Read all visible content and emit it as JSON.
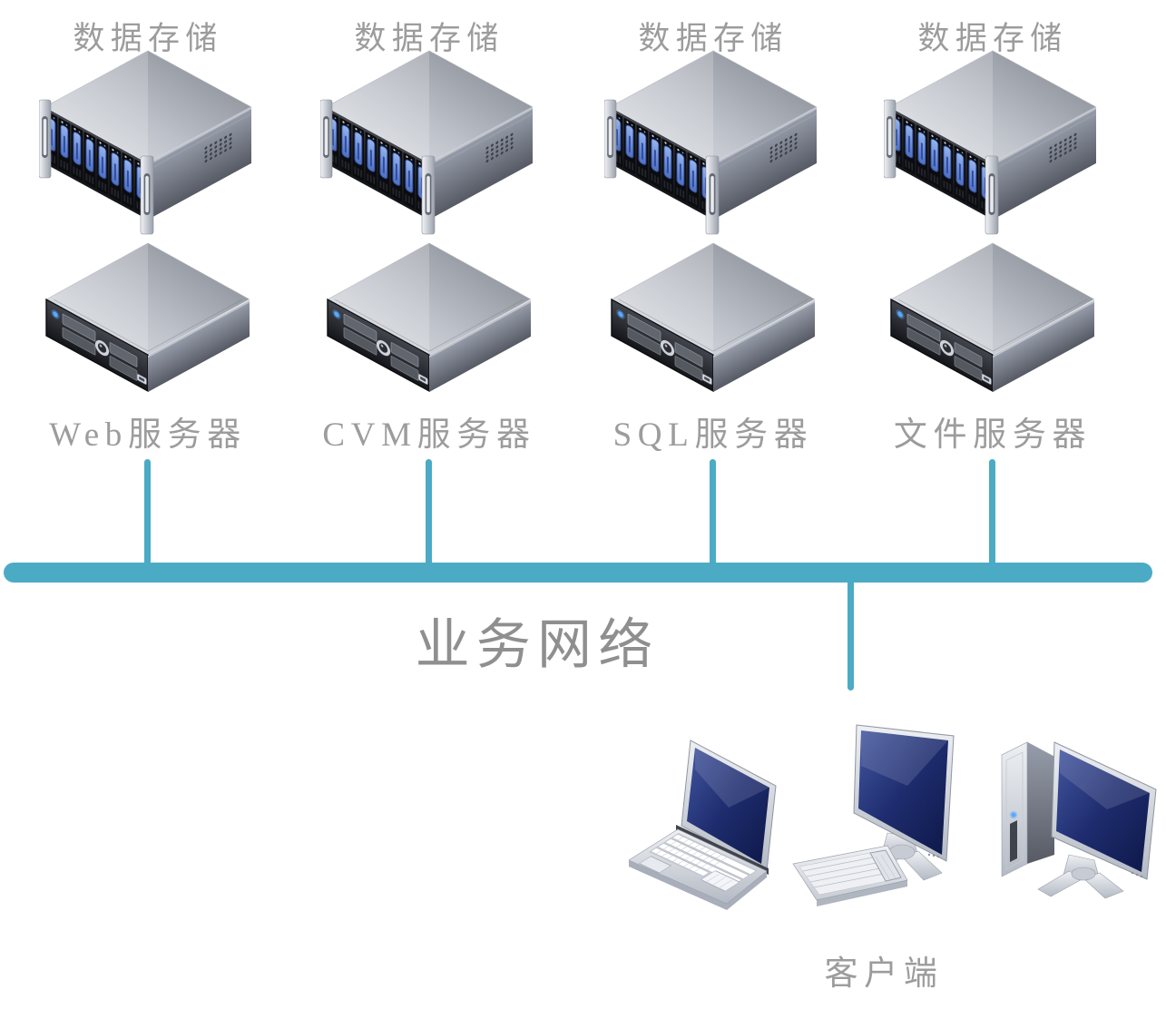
{
  "diagram_title": "",
  "columns": [
    {
      "storage_label": "数据存储",
      "server_label": "Web服务器"
    },
    {
      "storage_label": "数据存储",
      "server_label": "CVM服务器"
    },
    {
      "storage_label": "数据存储",
      "server_label": "SQL服务器"
    },
    {
      "storage_label": "数据存储",
      "server_label": "文件服务器"
    }
  ],
  "network": {
    "label": "业务网络",
    "line_color": "#4babc5"
  },
  "clients": {
    "label": "客户端",
    "devices": [
      "laptop",
      "desktop-monitor-with-keyboard",
      "tower-pc-with-monitor"
    ]
  },
  "icons": {
    "storage": "rack-storage-array-8-drives",
    "server": "rack-server-unit",
    "client_laptop": "laptop-computer",
    "client_desktop": "desktop-monitor-keyboard",
    "client_tower": "tower-pc-monitor"
  },
  "colors": {
    "label_gray": "#9c9c9c",
    "network_teal": "#4babc5",
    "screen_navy": "#1b2a6b",
    "drive_blue": "#6f93dd"
  }
}
